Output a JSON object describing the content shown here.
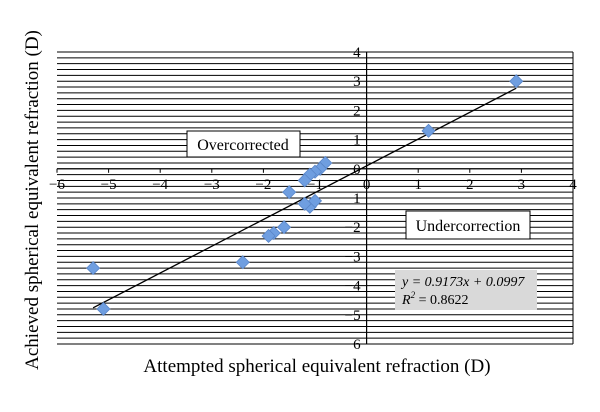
{
  "chart_data": {
    "type": "scatter",
    "title": "",
    "xlabel": "Attempted spherical equivalent refraction (D)",
    "ylabel": "Achieved spherical equivalent refraction (D)",
    "xlim": [
      -6,
      4
    ],
    "ylim": [
      -6,
      4
    ],
    "x_ticks": [
      -6,
      -5,
      -4,
      -3,
      -2,
      -1,
      0,
      1,
      2,
      3,
      4
    ],
    "y_ticks": [
      4,
      3,
      2,
      1,
      0,
      -1,
      -2,
      -3,
      -4,
      -5,
      -6
    ],
    "x_tick_labels": [
      "−6",
      "−5",
      "−4",
      "−3",
      "−2",
      "−1",
      "0",
      "1",
      "2",
      "3",
      "4"
    ],
    "y_tick_labels": [
      "4",
      "3",
      "2",
      "1",
      "0",
      "−1",
      "−2",
      "−3",
      "−4",
      "−5",
      "−6"
    ],
    "minor_grid_step": 0.2,
    "grid": true,
    "marker_color": "#6f9ee0",
    "series": [
      {
        "x": [
          2.9,
          1.2,
          -0.8,
          -0.9,
          -1.0,
          -1.1,
          -1.2,
          -1.5,
          -1.1,
          -1.0,
          -1.2,
          -1.6,
          -1.8,
          -1.9,
          -2.4,
          -5.3,
          -5.1
        ],
        "y": [
          3.0,
          1.3,
          0.2,
          0.0,
          -0.1,
          -0.2,
          -0.4,
          -0.8,
          -1.3,
          -1.1,
          -1.2,
          -2.0,
          -2.2,
          -2.3,
          -3.2,
          -3.4,
          -4.8
        ]
      }
    ],
    "trendline": {
      "slope": 0.9173,
      "intercept": 0.0997,
      "x_range": [
        -5.3,
        2.9
      ],
      "equation_line1": "y = 0.9173x + 0.0997",
      "equation_line2_prefix": "R",
      "equation_line2_sup": "2",
      "equation_line2_suffix": " = 0.8622"
    },
    "annotations": {
      "overcorrected": "Overcorrected",
      "undercorrection": "Undercorrection"
    }
  }
}
